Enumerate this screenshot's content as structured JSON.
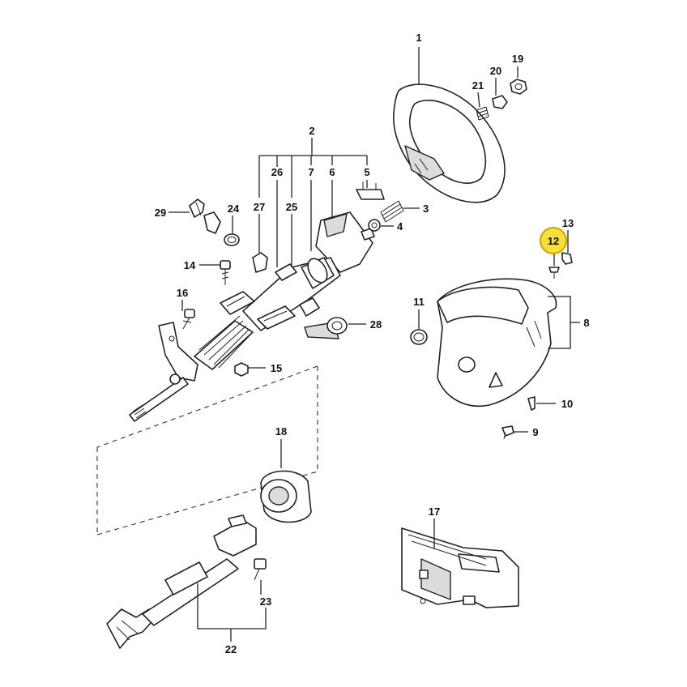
{
  "callouts": {
    "c1": "1",
    "c2": "2",
    "c3": "3",
    "c4": "4",
    "c5": "5",
    "c6": "6",
    "c7": "7",
    "c8": "8",
    "c9": "9",
    "c10": "10",
    "c11": "11",
    "c12": "12",
    "c13": "13",
    "c14": "14",
    "c15": "15",
    "c16": "16",
    "c17": "17",
    "c18": "18",
    "c19": "19",
    "c20": "20",
    "c21": "21",
    "c22": "22",
    "c23": "23",
    "c24": "24",
    "c25": "25",
    "c26": "26",
    "c27": "27",
    "c28": "28",
    "c29": "29"
  },
  "highlight": {
    "callout": "12",
    "color": "#f7e03a",
    "ring": "#c9a400"
  },
  "colors": {
    "line": "#222222",
    "background": "#ffffff"
  }
}
